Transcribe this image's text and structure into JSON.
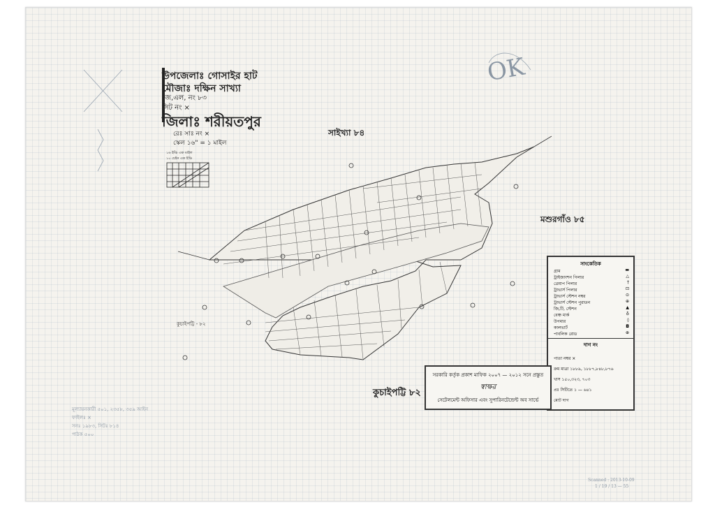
{
  "map": {
    "upazila": "উপজেলাঃ গোসাইর হাট",
    "mouza": "মৌজাঃ দক্ষিন সাখ্যা",
    "jl_no": "জে,এল, নং ৮৩",
    "sheet_no": "সিট নং ×",
    "district": "জিলাঃ শরীয়তপুর",
    "rs_no": "রেঃ সাঃ নং ×",
    "scale": "স্কেল ১৬\" = ১ মাইল",
    "scale_note_1": "১৬ ইঞ্চি এক মাইল",
    "scale_note_2": "১০ চেইন এক ইঞ্চি"
  },
  "adjacent": {
    "north": "সাইখ্যা ৮৪",
    "east": "মশুরগাঁও ৮৫",
    "south": "কুচাইপট্টি ৮২",
    "west_small": "কুচাইপট্টি - ৮২"
  },
  "legend": {
    "title": "সাংকেতিক",
    "rows": [
      {
        "label": "গ্রাম",
        "symbol": "▬"
      },
      {
        "label": "ট্রাইজাংশন পিলার",
        "symbol": "△"
      },
      {
        "label": "ত্রেমাপ পিলার",
        "symbol": "†"
      },
      {
        "label": "ট্রাভার্স পিলার",
        "symbol": "⊡"
      },
      {
        "label": "ট্রাভার্স স্টেশন নম্বর",
        "symbol": "⊙"
      },
      {
        "label": "ট্রাভার্স স্টেশন পুরাতন",
        "symbol": "⊕"
      },
      {
        "label": "জি,টি, স্টেশন",
        "symbol": "▲"
      },
      {
        "label": "বেঞ্চ মার্ক",
        "symbol": "♁"
      },
      {
        "label": "উপমার",
        "symbol": "◊"
      },
      {
        "label": "কালভার্ট",
        "symbol": "◘"
      },
      {
        "label": "পাবলিক রোড",
        "symbol": "⊕"
      }
    ],
    "plot_heading": "দাগ নং",
    "page_line": "পাতা নম্বর ×",
    "khatian_line": "ক্রম মাত্রা ১৮৮৯, ১৮৮৭,৮৪৮,৮৭৬",
    "khas_line": "খাস ১৫০,৩২৩, ৭০৩",
    "range_line": "প্রঃ সিটিতে ১ — ৬৪১",
    "land_line": "মোট দাগ"
  },
  "certificate": {
    "line1": "সরকারি কর্তৃক প্রকাশ মাফিক ২০০৭ — ২০১২ সনে প্রস্তুত",
    "signature": "স্বাক্ষর",
    "line2": "সেটেলমেন্ট অফিসার এবং সুপারিনটেন্ডেন্ট অব সার্ভে"
  },
  "handwritten": {
    "ok_mark": "OK",
    "bottom_note_1": "মূল্যায়নকারী ৫০১, ২৩৫৮, ৩৫৯ আইন",
    "bottom_note_2": "ফাইলঃ ×",
    "bottom_note_3": "সনঃ ১৯৮৩, সিটঃ ৮১৪",
    "bottom_note_4": "পাঠক ৫০০",
    "right_bottom_stamp": "Scanned : 2013-10-09",
    "right_bottom_num": "1 / 19 / 13 — 55"
  }
}
